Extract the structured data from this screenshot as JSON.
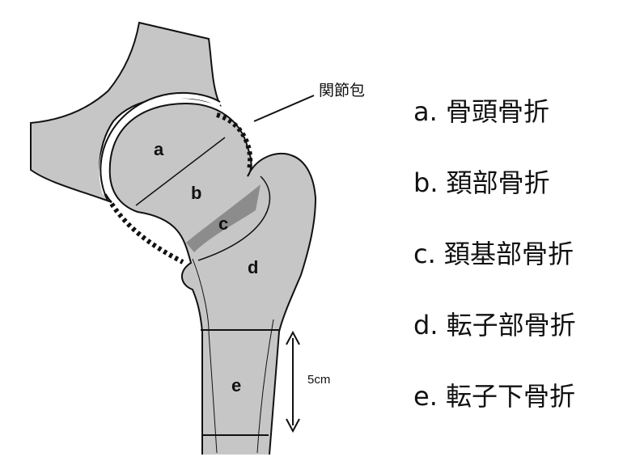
{
  "capsule_label": "関節包",
  "scale_label": "5cm",
  "regions": {
    "a": "a",
    "b": "b",
    "c": "c",
    "d": "d",
    "e": "e"
  },
  "legend": [
    {
      "key": "a",
      "text": "a. 骨頭骨折"
    },
    {
      "key": "b",
      "text": "b. 頚部骨折"
    },
    {
      "key": "c",
      "text": "c. 頚基部骨折"
    },
    {
      "key": "d",
      "text": "d. 転子部骨折"
    },
    {
      "key": "e",
      "text": "e. 転子下骨折"
    }
  ],
  "colors": {
    "bone": "#c6c6c6",
    "outline": "#111111",
    "band": "#8c8c8c"
  }
}
